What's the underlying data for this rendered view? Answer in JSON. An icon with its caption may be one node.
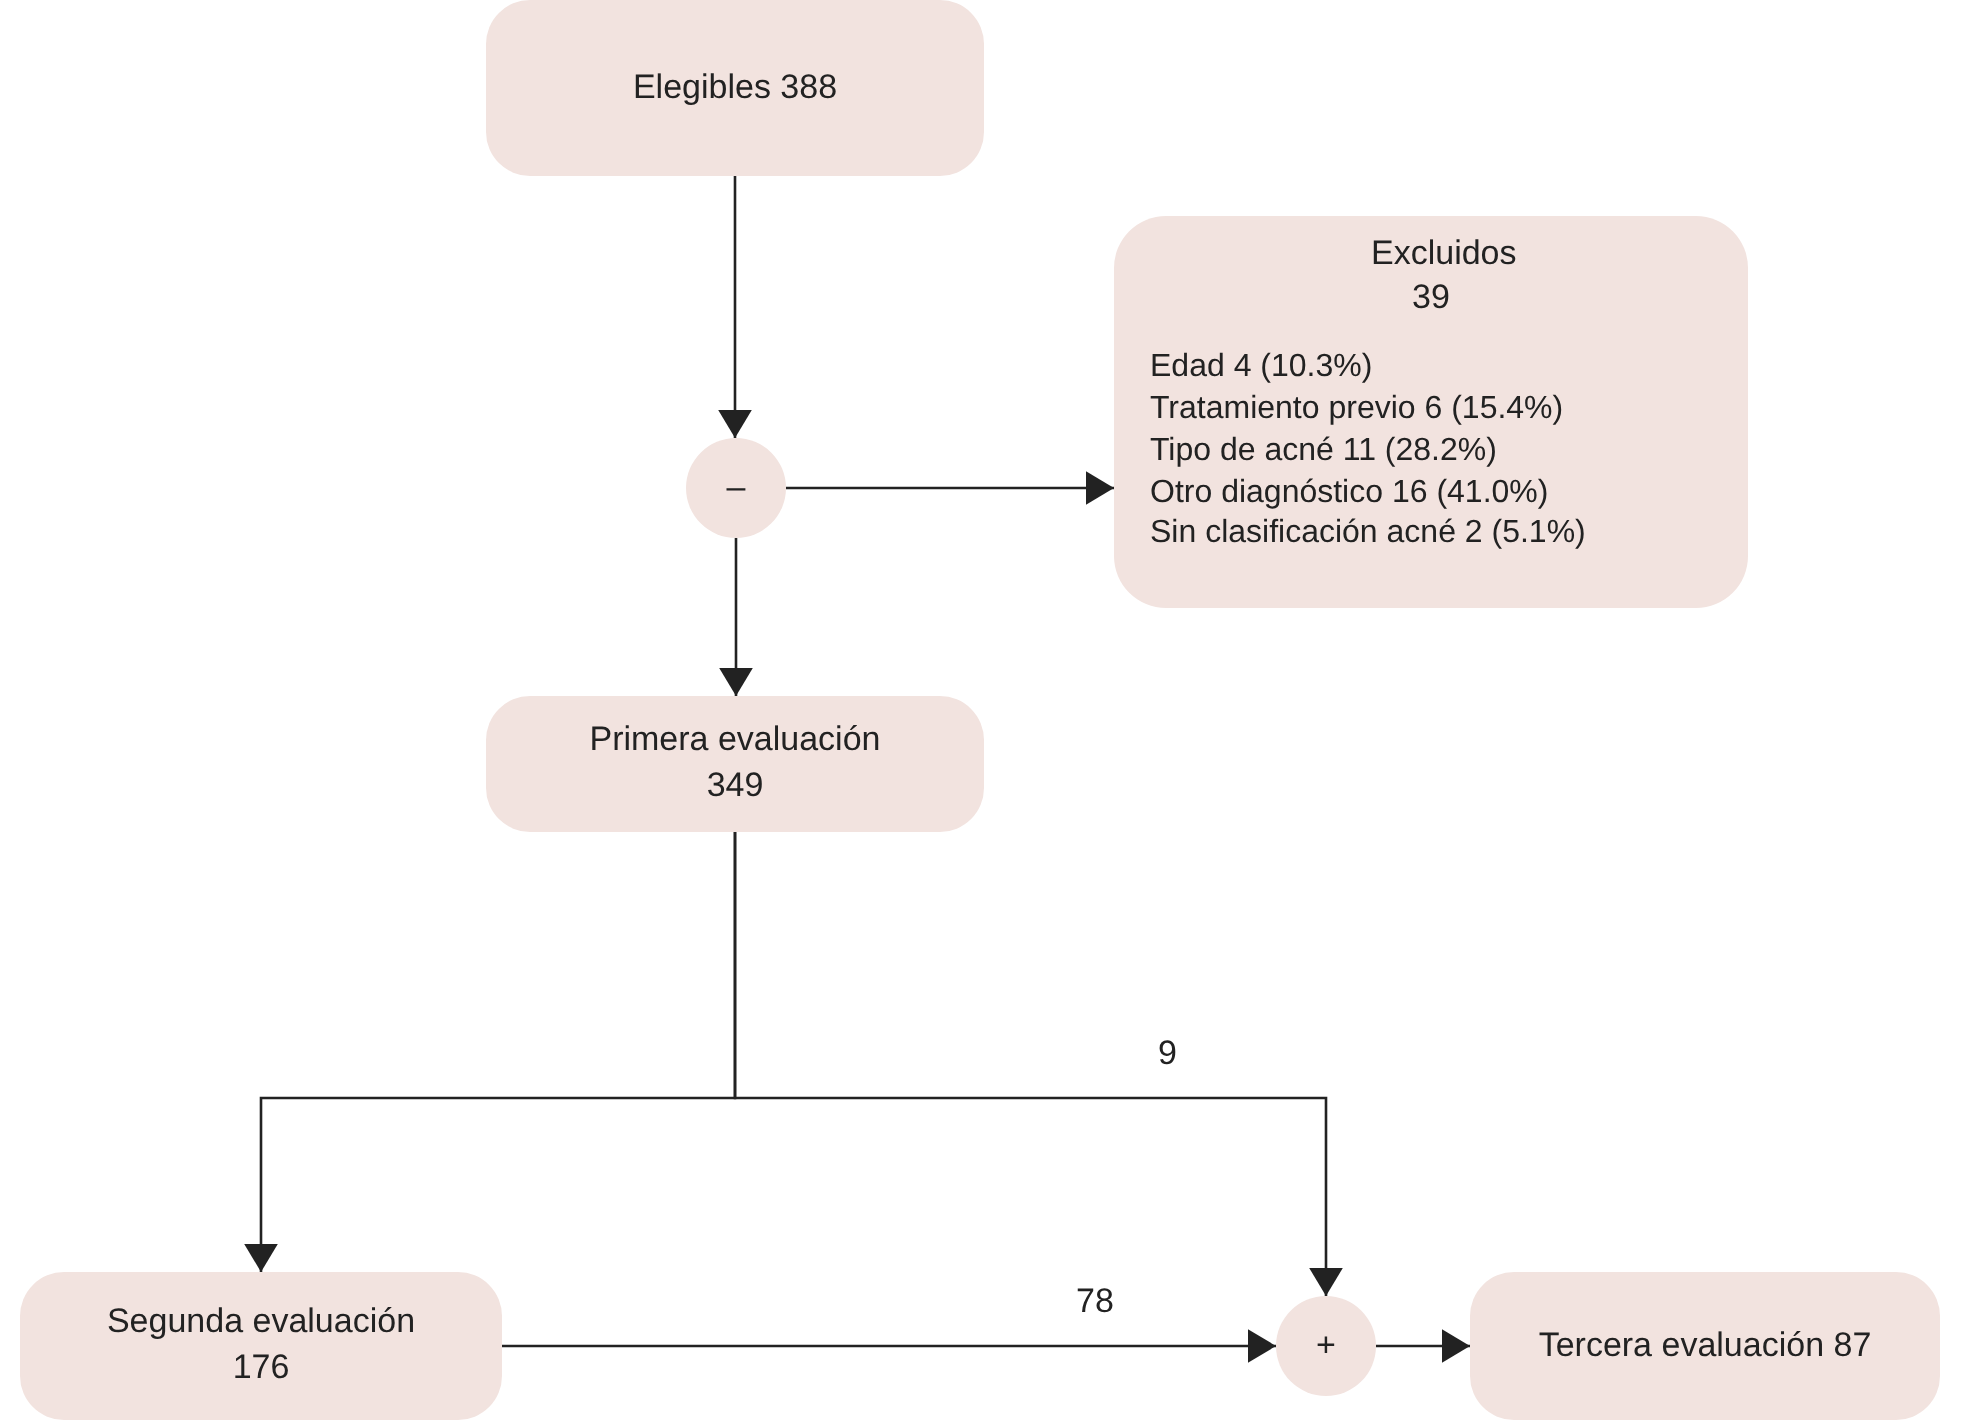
{
  "diagram": {
    "nodes": [
      {
        "text": [
          "Elegibles 388"
        ]
      },
      {
        "text": [
          "–"
        ]
      },
      {
        "text": [
          "Excluidos 39",
          "Edad 4 (10.3%)",
          "Tratamiento previo 6 (15.4%)",
          "Tipo de acné 11 (28.2%)",
          "Otro diagnóstico 16 (41.0%)",
          "Sin clasificación acné 2 (5.1%)"
        ]
      },
      {
        "text": [
          "Primera evaluación 349"
        ]
      },
      {
        "text": [
          "Segunda evaluación 176"
        ]
      },
      {
        "text": [
          "+"
        ]
      },
      {
        "text": [
          "Tercera evaluación 87"
        ]
      }
    ],
    "edges": [
      {
        "from": 0,
        "to": 1,
        "arrow": "to"
      },
      {
        "from": 1,
        "to": 2,
        "arrow": "to"
      },
      {
        "from": 1,
        "to": 3,
        "arrow": "to"
      },
      {
        "from": 3,
        "to": 4,
        "arrow": "to"
      },
      {
        "from": 3,
        "to": 5,
        "arrow": "to",
        "label": "9"
      },
      {
        "from": 4,
        "to": 5,
        "arrow": "to",
        "label": "78"
      },
      {
        "from": 5,
        "to": 6,
        "arrow": "to"
      }
    ]
  }
}
